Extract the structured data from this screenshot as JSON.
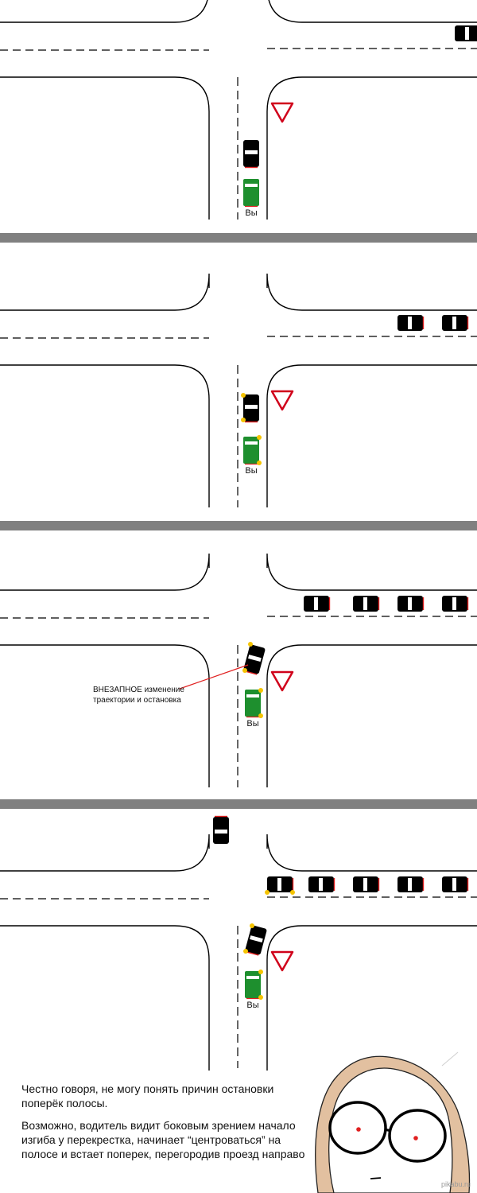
{
  "labels": {
    "you": "Вы",
    "annotation": "ВНЕЗАПНОЕ изменение траектории и остановка",
    "caption_1": "Честно говоря, не могу понять причин остановки поперёк полосы.",
    "caption_2": "Возможно, водитель видит боковым зрением начало изгиба у перекрестка, начинает “центроваться” на полосе и встает поперек, перегородив проезд направо",
    "watermark": "pikabu.ru"
  },
  "colors": {
    "your_car": "#1e8f2e",
    "other_car": "#000000",
    "turn_signal": "#f5c400",
    "pointer_line": "#e02020",
    "yield_sign": "#d0021b",
    "panel_divider": "#808080"
  },
  "icons": [
    "yield-sign-icon",
    "car-icon"
  ],
  "panels": [
    {
      "name": "panel-1"
    },
    {
      "name": "panel-2"
    },
    {
      "name": "panel-3"
    },
    {
      "name": "panel-4"
    }
  ]
}
